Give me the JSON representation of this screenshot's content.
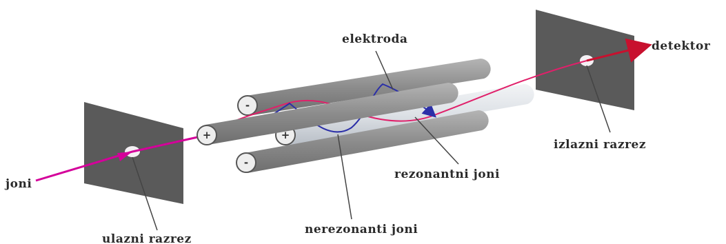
{
  "labels": {
    "electrode": "elektroda",
    "detector": "detektor",
    "exit_slit": "izlazni razrez",
    "resonant_ions": "rezonantni joni",
    "ions": "joni",
    "non_resonant_ions": "nerezonanti joni",
    "entrance_slit": "ulazni razrez"
  },
  "signs": {
    "top_rod": "-",
    "left_rod": "+",
    "right_rod": "+",
    "bottom_rod": "-"
  },
  "colors": {
    "plate": "#5a5a5a",
    "rod_dark": "#8a8a8a",
    "rod_light": "#dfe3e8",
    "ion_beam": "#d4009a",
    "resonant_path": "#e0206a",
    "non_resonant_path": "#2b2fa8",
    "arrow_right": "#c8102e",
    "leader": "#444444"
  }
}
